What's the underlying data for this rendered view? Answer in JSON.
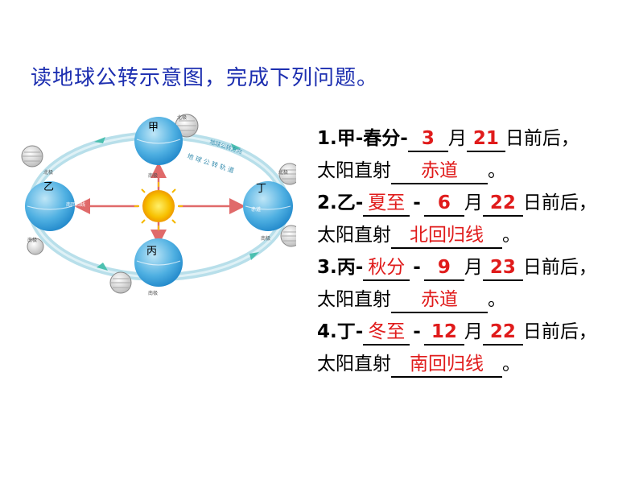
{
  "title": "读地球公转示意图，完成下列问题。",
  "diagram": {
    "label_jia": "甲",
    "label_yi": "乙",
    "label_bing": "丙",
    "label_ding": "丁",
    "orbit_text": "地 球 公 转 轨 道",
    "orbit_dir_text": "地球公转方向",
    "north_pole": "北极",
    "south_pole": "南极",
    "tropic_text": "南回归线",
    "equator_text": "赤道"
  },
  "q1": {
    "num": "1.",
    "prefix": "甲-春分-",
    "month_ans": "3",
    "month": "月",
    "day_ans": "21",
    "day_suffix": "日前后，",
    "line2_prefix": "太阳直射",
    "place_ans": "赤道",
    "end": "。"
  },
  "q2": {
    "num": "2.",
    "prefix": "乙-",
    "term_ans": "夏至",
    "dash": "-",
    "month_ans": "6",
    "month": "月",
    "day_ans": "22",
    "day_suffix": "日前后，",
    "line2_prefix": "太阳直射",
    "place_ans": "北回归线",
    "end": "。"
  },
  "q3": {
    "num": "3.",
    "prefix": "丙-",
    "term_ans": "秋分",
    "dash": "-",
    "month_ans": "9",
    "month": "月",
    "day_ans": "23",
    "day_suffix": "日前后，",
    "line2_prefix": "太阳直射",
    "place_ans": "赤道",
    "end": "。"
  },
  "q4": {
    "num": "4.",
    "prefix": "丁-",
    "term_ans": "冬至",
    "dash": "-",
    "month_ans": "12",
    "month": "月",
    "day_ans": "22",
    "day_suffix": "日前后，",
    "line2_prefix": "太阳直射",
    "place_ans": "南回归线",
    "end": "。"
  },
  "colors": {
    "title": "#1d2fb0",
    "answer": "#e01b1b",
    "arrow": "#e06a6a",
    "orbit": "#a9d8e6",
    "earth": "#3ea3dc",
    "sun": "#f5b800"
  }
}
